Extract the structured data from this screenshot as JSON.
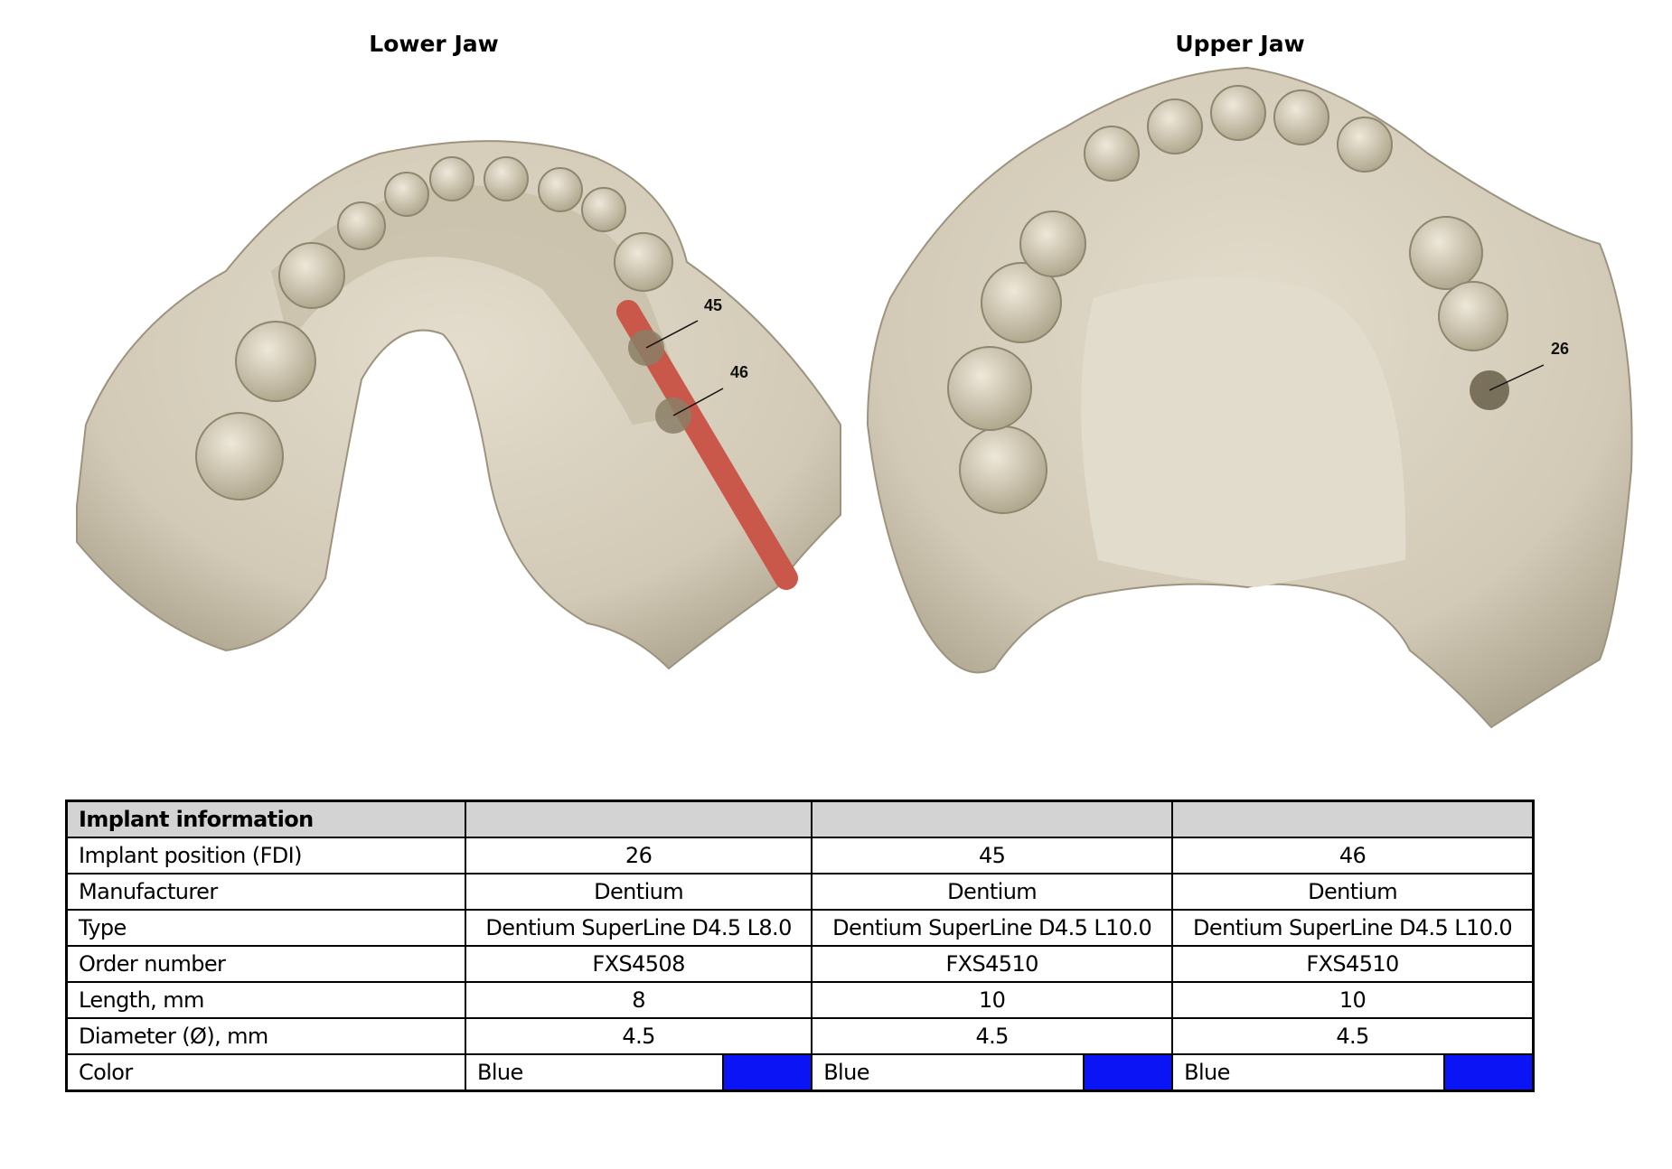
{
  "views": {
    "lower_jaw": {
      "title": "Lower Jaw",
      "implant_labels": [
        "45",
        "46"
      ]
    },
    "upper_jaw": {
      "title": "Upper Jaw",
      "implant_labels": [
        "26"
      ]
    }
  },
  "colors": {
    "model": "#d9d1c0",
    "model_shadow": "#a89f8a",
    "guide_bar": "#c9574a",
    "implant_blue": "#0a14f5",
    "header_bg": "#d3d3d3"
  },
  "table": {
    "title": "Implant information",
    "rows": [
      {
        "label": "Implant position (FDI)",
        "values": [
          "26",
          "45",
          "46"
        ]
      },
      {
        "label": "Manufacturer",
        "values": [
          "Dentium",
          "Dentium",
          "Dentium"
        ]
      },
      {
        "label": "Type",
        "values": [
          "Dentium SuperLine D4.5 L8.0",
          "Dentium SuperLine D4.5 L10.0",
          "Dentium SuperLine D4.5 L10.0"
        ]
      },
      {
        "label": "Order number",
        "values": [
          "FXS4508",
          "FXS4510",
          "FXS4510"
        ]
      },
      {
        "label": "Length, mm",
        "values": [
          "8",
          "10",
          "10"
        ]
      },
      {
        "label": "Diameter (Ø), mm",
        "values": [
          "4.5",
          "4.5",
          "4.5"
        ]
      }
    ],
    "color_row": {
      "label": "Color",
      "values": [
        "Blue",
        "Blue",
        "Blue"
      ]
    }
  }
}
